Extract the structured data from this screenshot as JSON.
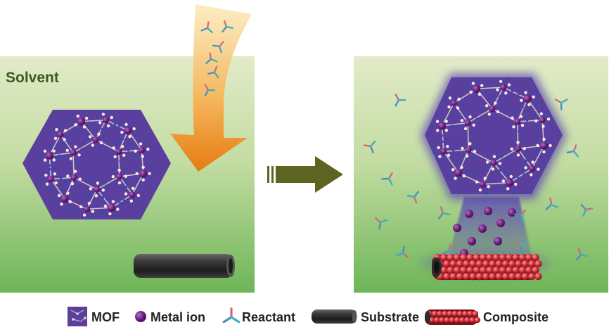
{
  "panel_left": {
    "label": "Solvent"
  },
  "legend": {
    "mof": "MOF",
    "metal_ion": "Metal ion",
    "reactant": "Reactant",
    "substrate": "Substrate",
    "composite": "Composite"
  },
  "colors": {
    "solvent_top": "#dfe9c4",
    "solvent_bottom": "#6fb25a",
    "mof_fill": "#5a3f9e",
    "metal_ion": "#6a1f7a",
    "feed_arrow": "#e88a16",
    "process_arrow": "#5d6321",
    "composite": "#c8323a",
    "substrate": "#2b2b2b"
  }
}
